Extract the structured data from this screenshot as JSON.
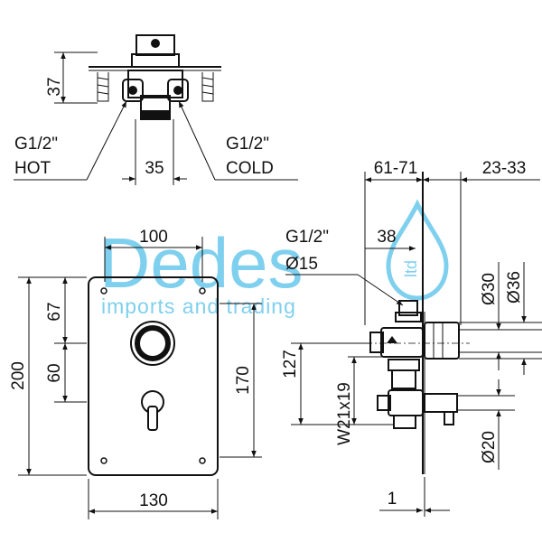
{
  "watermark": {
    "brand": "Dedes",
    "suffix": "ltd",
    "tagline": "imports and trading",
    "color": "#7fd0ee"
  },
  "top_view": {
    "dim_depth": "37",
    "dim_spacing": "35",
    "hot_size": "G1/2\"",
    "hot_label": "HOT",
    "cold_size": "G1/2\"",
    "cold_label": "COLD"
  },
  "front_view": {
    "width_top": "100",
    "width_plate": "130",
    "height_plate": "200",
    "height_inner": "170",
    "upper_offset": "67",
    "lower_offset": "60"
  },
  "side_view": {
    "depth_range": "61-71",
    "projection_range": "23-33",
    "connection_size": "G1/2\"",
    "connection_diameter": "Ø15",
    "dim_38": "38",
    "dim_127": "127",
    "spindle": "W21x19",
    "dia_30": "Ø30",
    "dia_36": "Ø36",
    "dia_20": "Ø20",
    "plate_thickness": "1"
  }
}
